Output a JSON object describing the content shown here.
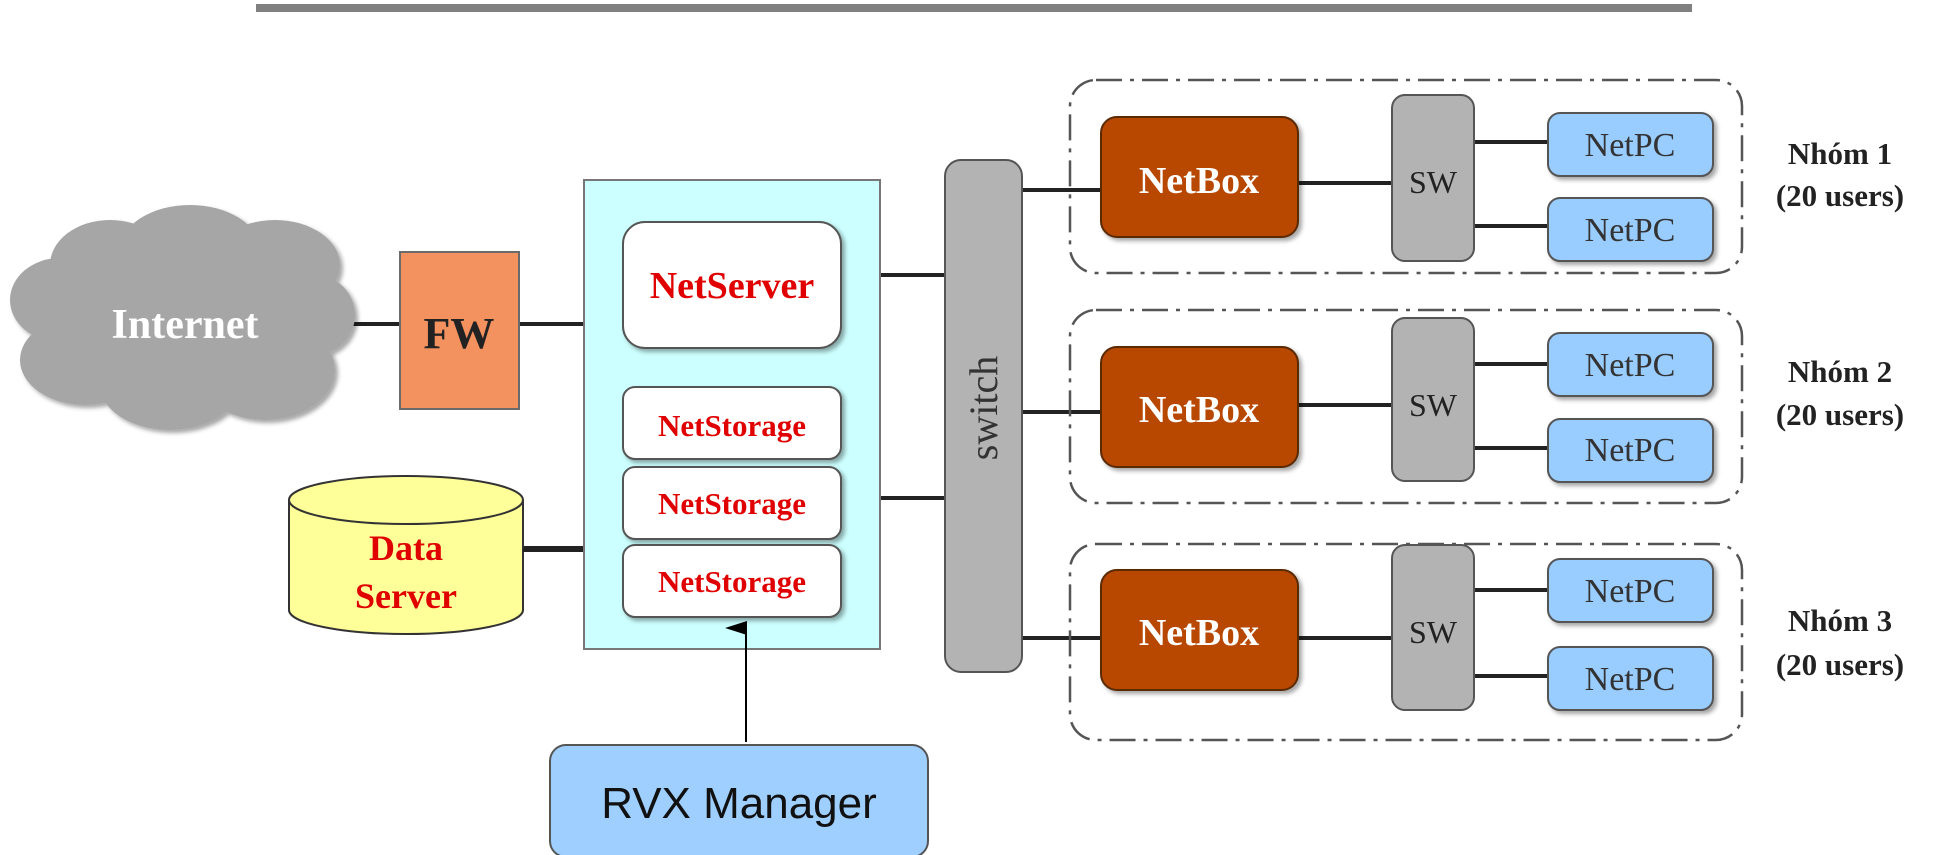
{
  "internet": {
    "label": "Internet"
  },
  "firewall": {
    "label": "FW"
  },
  "data_server": {
    "line1": "Data",
    "line2": "Server"
  },
  "server_box": {
    "netserver": "NetServer",
    "storages": [
      "NetStorage",
      "NetStorage",
      "NetStorage"
    ]
  },
  "switch": {
    "label": "switch"
  },
  "groups": [
    {
      "netbox": "NetBox",
      "sw": "SW",
      "pcs": [
        "NetPC",
        "NetPC"
      ],
      "name": "Nhóm 1",
      "users": "(20 users)"
    },
    {
      "netbox": "NetBox",
      "sw": "SW",
      "pcs": [
        "NetPC",
        "NetPC"
      ],
      "name": "Nhóm 2",
      "users": "(20 users)"
    },
    {
      "netbox": "NetBox",
      "sw": "SW",
      "pcs": [
        "NetPC",
        "NetPC"
      ],
      "name": "Nhóm 3",
      "users": "(20 users)"
    }
  ],
  "manager": {
    "label": "RVX Manager"
  },
  "colors": {
    "cloud": "#a6a6a6",
    "firewall": "#f3915f",
    "data_server": "#ffff99",
    "server_box": "#ccffff",
    "red_text": "#e00000",
    "switch": "#b3b3b3",
    "netbox": "#b84600",
    "netpc": "#99ccff",
    "manager": "#9fcfff"
  }
}
